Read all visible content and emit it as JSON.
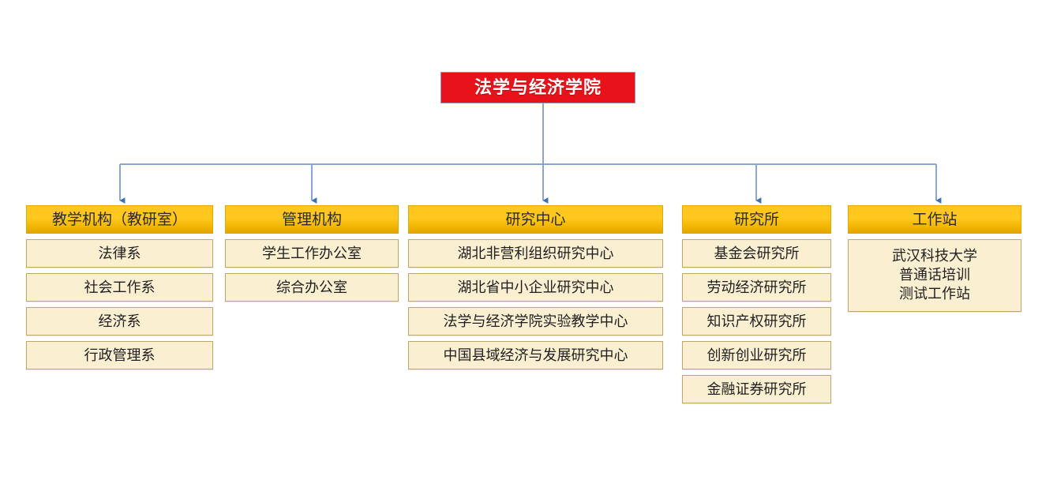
{
  "chart_data": {
    "type": "diagram",
    "diagram_type": "organizational-chart",
    "title": "法学与经济学院",
    "orientation": "top-down",
    "levels": 2,
    "connector_color": "#5B86C4",
    "root_color": "#E8121A",
    "header_color": "#FFC61E",
    "item_color": "#FBEFD2",
    "nodes": [
      {
        "level": 0,
        "label": "法学与经济学院",
        "children": 5
      },
      {
        "level": 1,
        "label": "教学机构（教研室）",
        "children": 4
      },
      {
        "level": 1,
        "label": "管理机构",
        "children": 2
      },
      {
        "level": 1,
        "label": "研究中心",
        "children": 4
      },
      {
        "level": 1,
        "label": "研究所",
        "children": 5
      },
      {
        "level": 1,
        "label": "工作站",
        "children": 1
      }
    ]
  },
  "colors": {
    "root_fill": "#E8121A",
    "root_text": "#FFFFFF",
    "header_fill": "#FFC61E",
    "header_fill_dark": "#E2A400",
    "header_text": "#2B2B2B",
    "item_fill": "#FBEFD2",
    "item_border": "#BFA66B",
    "item_text": "#1F1F1F",
    "connector": "#5B86C4",
    "background": "#FFFFFF"
  },
  "root": {
    "label": "法学与经济学院"
  },
  "columns": [
    {
      "id": "teaching",
      "header": "教学机构（教研室）",
      "items": [
        "法律系",
        "社会工作系",
        "经济系",
        "行政管理系"
      ]
    },
    {
      "id": "admin",
      "header": "管理机构",
      "items": [
        "学生工作办公室",
        "综合办公室"
      ]
    },
    {
      "id": "center",
      "header": "研究中心",
      "items": [
        "湖北非营利组织研究中心",
        "湖北省中小企业研究中心",
        "法学与经济学院实验教学中心",
        "中国县域经济与发展研究中心"
      ]
    },
    {
      "id": "institute",
      "header": "研究所",
      "items": [
        "基金会研究所",
        "劳动经济研究所",
        "知识产权研究所",
        "创新创业研究所",
        "金融证券研究所"
      ]
    },
    {
      "id": "station",
      "header": "工作站",
      "items": [
        "武汉科技大学\n普通话培训\n测试工作站"
      ]
    }
  ]
}
